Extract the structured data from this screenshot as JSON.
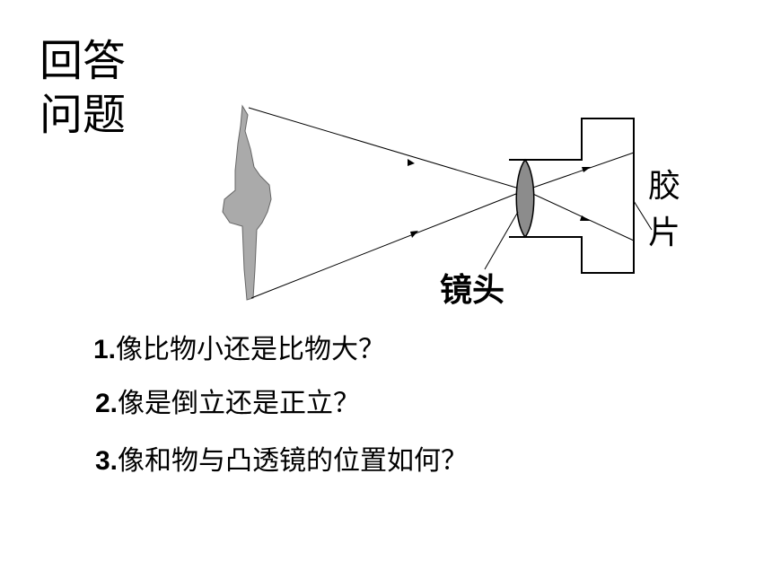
{
  "title": {
    "line1": "回答",
    "line2": "问题"
  },
  "diagram": {
    "film_label_line1": "胶",
    "film_label_line2": "片",
    "lens_label": "镜头"
  },
  "questions": [
    {
      "num": "1.",
      "text": "像比物小还是比物大？"
    },
    {
      "num": "2.",
      "text": "像是倒立还是正立？"
    },
    {
      "num": "3.",
      "text": "像和物与凸透镜的位置如何？"
    }
  ],
  "colors": {
    "object_fill": "#aaaaaa",
    "lens_fill": "#8c8c8c",
    "line": "#000000",
    "background": "#ffffff"
  }
}
